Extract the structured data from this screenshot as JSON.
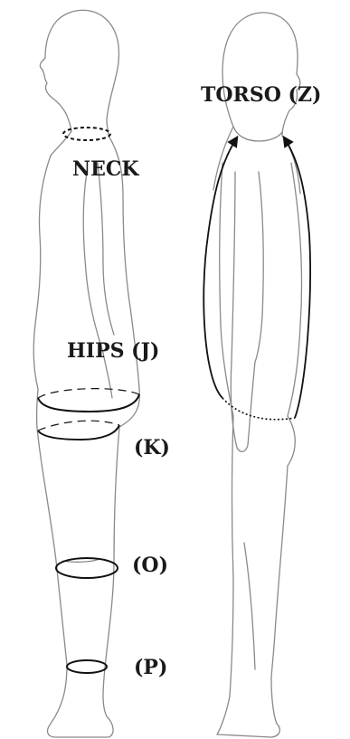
{
  "labels": {
    "neck": "NECK",
    "torso": "TORSO (Z)",
    "hips": "HIPS (J)",
    "k": "(K)",
    "o": "(O)",
    "p": "(P)"
  },
  "colors": {
    "outline": "#8a8a8a",
    "measure": "#111111",
    "text": "#1a1a1a",
    "background": "#ffffff"
  }
}
